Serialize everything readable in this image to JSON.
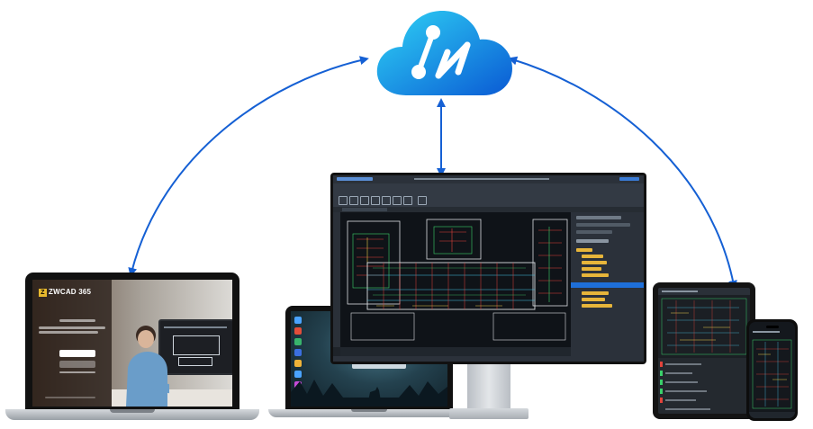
{
  "cloud": {
    "icon": "cloud-connect-icon",
    "gradient": [
      "#27c6f2",
      "#0a5fd6"
    ]
  },
  "arrows": {
    "color": "#1560d4"
  },
  "laptop_web": {
    "brand": "ZWCAD 365",
    "badge": "Z"
  },
  "devices": {
    "laptop_web": "laptop-web-client",
    "laptop_desktop": "laptop-desktop-client",
    "monitor": "monitor-cad-client",
    "tablet": "tablet-client",
    "phone": "phone-client"
  },
  "colors": {
    "cad_bg": "#0f1318",
    "cad_red": "#e2433b",
    "cad_green": "#3ad06a",
    "cad_yellow": "#e6c94a",
    "cad_cyan": "#46c7e8",
    "cad_white": "#d9dde2",
    "highlight": "#1e6fd9",
    "folder": "#e7b53a"
  }
}
